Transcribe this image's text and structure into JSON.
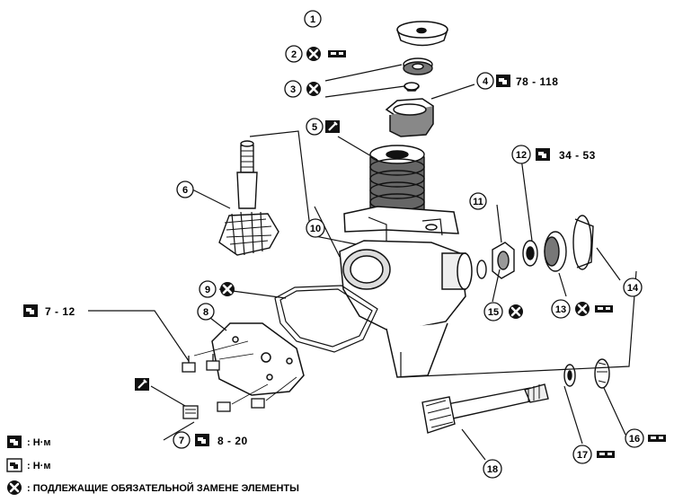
{
  "parts": [
    {
      "num": "1"
    },
    {
      "num": "2"
    },
    {
      "num": "3"
    },
    {
      "num": "4"
    },
    {
      "num": "5"
    },
    {
      "num": "6"
    },
    {
      "num": "7"
    },
    {
      "num": "8"
    },
    {
      "num": "9"
    },
    {
      "num": "10"
    },
    {
      "num": "11"
    },
    {
      "num": "12"
    },
    {
      "num": "13"
    },
    {
      "num": "14"
    },
    {
      "num": "15"
    },
    {
      "num": "16"
    },
    {
      "num": "17"
    },
    {
      "num": "18"
    }
  ],
  "torques": {
    "part4": "78 - 118",
    "part12": "34 - 53",
    "bolts": "7 - 12",
    "part7": "8 - 20"
  },
  "legend": {
    "torque_unit_1": ": Н·м",
    "torque_unit_2": ": Н·м",
    "replace_text": ": ПОДЛЕЖАЩИЕ ОБЯЗАТЕЛЬНОЙ ЗАМЕНЕ ЭЛЕМЕНТЫ"
  }
}
